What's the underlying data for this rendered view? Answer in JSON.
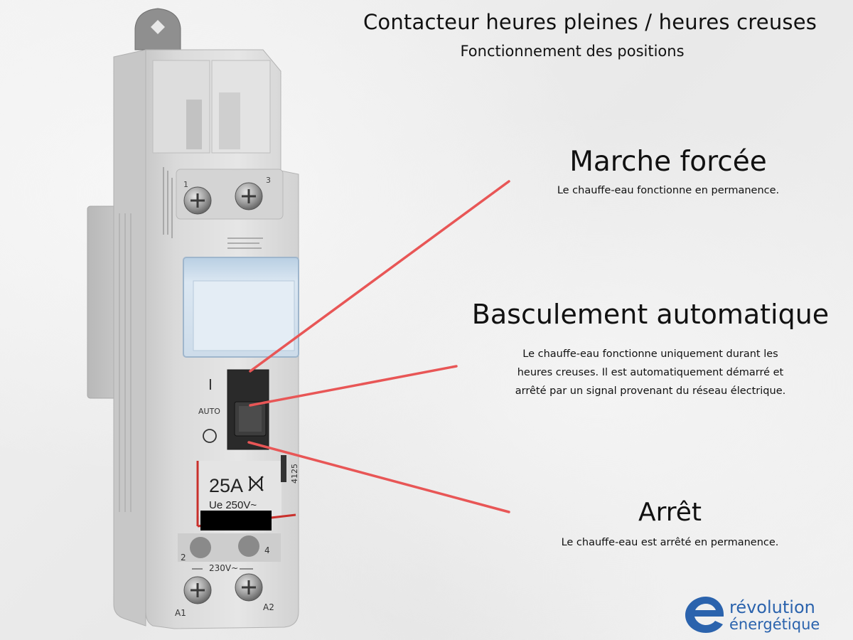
{
  "header": {
    "title": "Contacteur heures pleines / heures creuses",
    "subtitle": "Fonctionnement des positions"
  },
  "positions": [
    {
      "title": "Marche forcée",
      "description": "Le chauffe-eau fonctionne en permanence."
    },
    {
      "title": "Basculement automatique",
      "description_lines": [
        "Le chauffe-eau fonctionne uniquement durant les",
        "heures creuses. Il est automatiquement démarré et",
        "arrêté par un signal provenant du réseau électrique."
      ]
    },
    {
      "title": "Arrêt",
      "description": "Le chauffe-eau est arrêté en permanence."
    }
  ],
  "device": {
    "terminal_top_left": "1",
    "terminal_top_right": "3",
    "terminal_mid_left": "2",
    "terminal_mid_right": "4",
    "terminal_bottom_left": "A1",
    "terminal_bottom_right": "A2",
    "switch_label_on": "I",
    "switch_label_auto": "AUTO",
    "switch_label_off": "O",
    "rating": "25A",
    "voltage": "Ue 250V~",
    "coil_voltage": "230V~",
    "ref": "4125"
  },
  "colors": {
    "leader_line": "#e85656",
    "logo_blue": "#2b63ad"
  },
  "logo": {
    "line1": "révolution",
    "line2": "énergétique"
  }
}
